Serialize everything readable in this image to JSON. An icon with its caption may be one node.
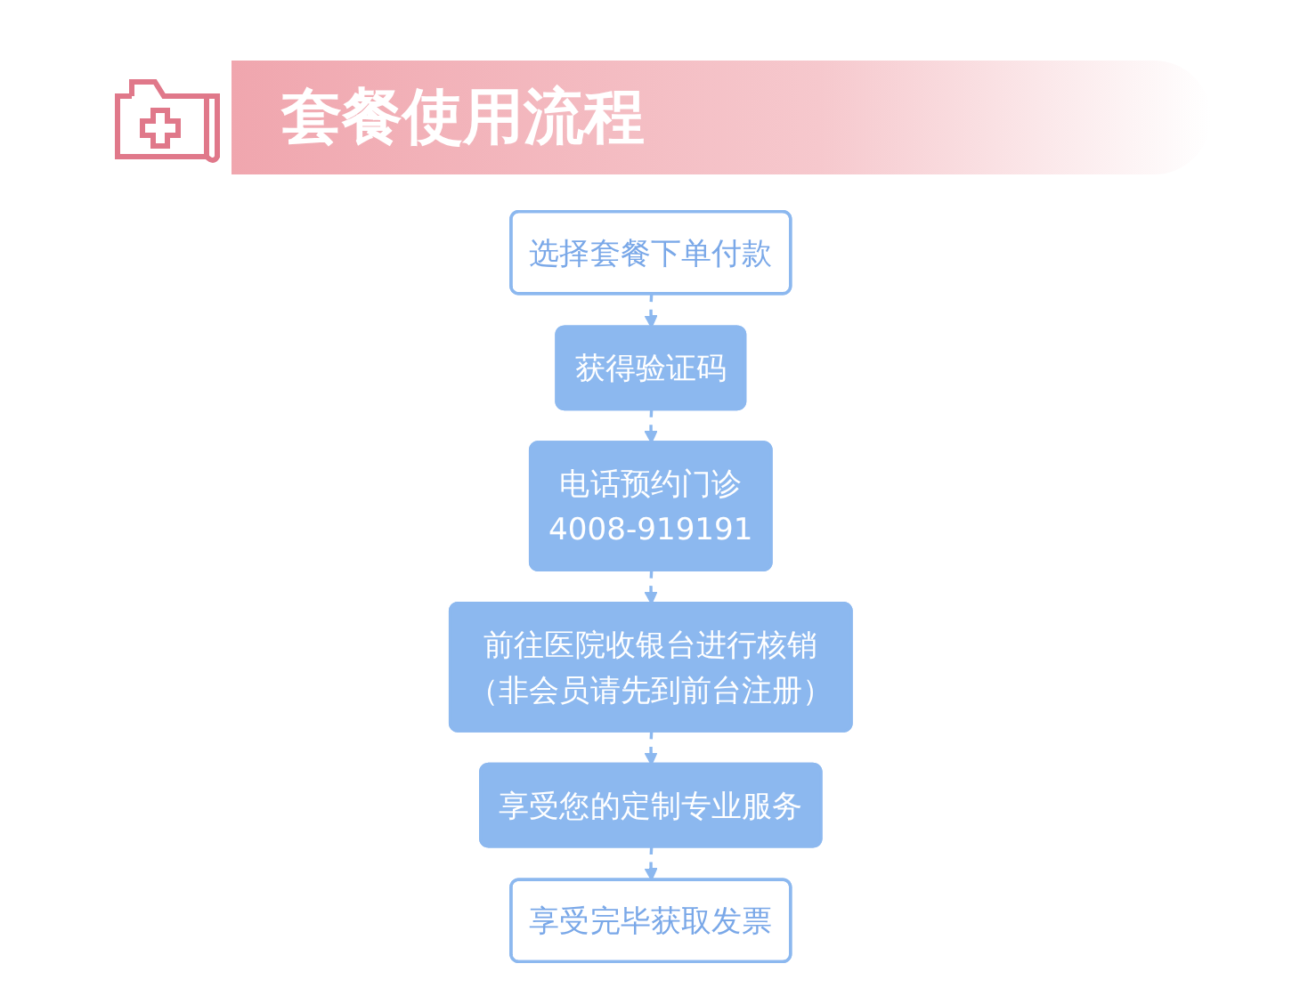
{
  "diagram": {
    "title": "套餐使用流程",
    "nodes": [
      {
        "text": [
          "选择套餐下单付款"
        ]
      },
      {
        "text": [
          "获得验证码"
        ]
      },
      {
        "text": [
          "前往医院收银台进行核销",
          "（非会员请先到前台注册）"
        ]
      },
      {
        "text": [
          "电话预约门诊",
          "4008-919191"
        ]
      },
      {
        "text": [
          "享受您的定制专业服务"
        ]
      },
      {
        "text": [
          "享受完毕获取发票"
        ]
      }
    ],
    "edges": [
      {
        "from": 0,
        "to": 1,
        "arrow": "to",
        "style": "dashed"
      },
      {
        "from": 1,
        "to": 3,
        "arrow": "to",
        "style": "dashed"
      },
      {
        "from": 3,
        "to": 2,
        "arrow": "to",
        "style": "dashed"
      },
      {
        "from": 2,
        "to": 4,
        "arrow": "to",
        "style": "dashed"
      },
      {
        "from": 4,
        "to": 5,
        "arrow": "to",
        "style": "dashed"
      }
    ]
  }
}
